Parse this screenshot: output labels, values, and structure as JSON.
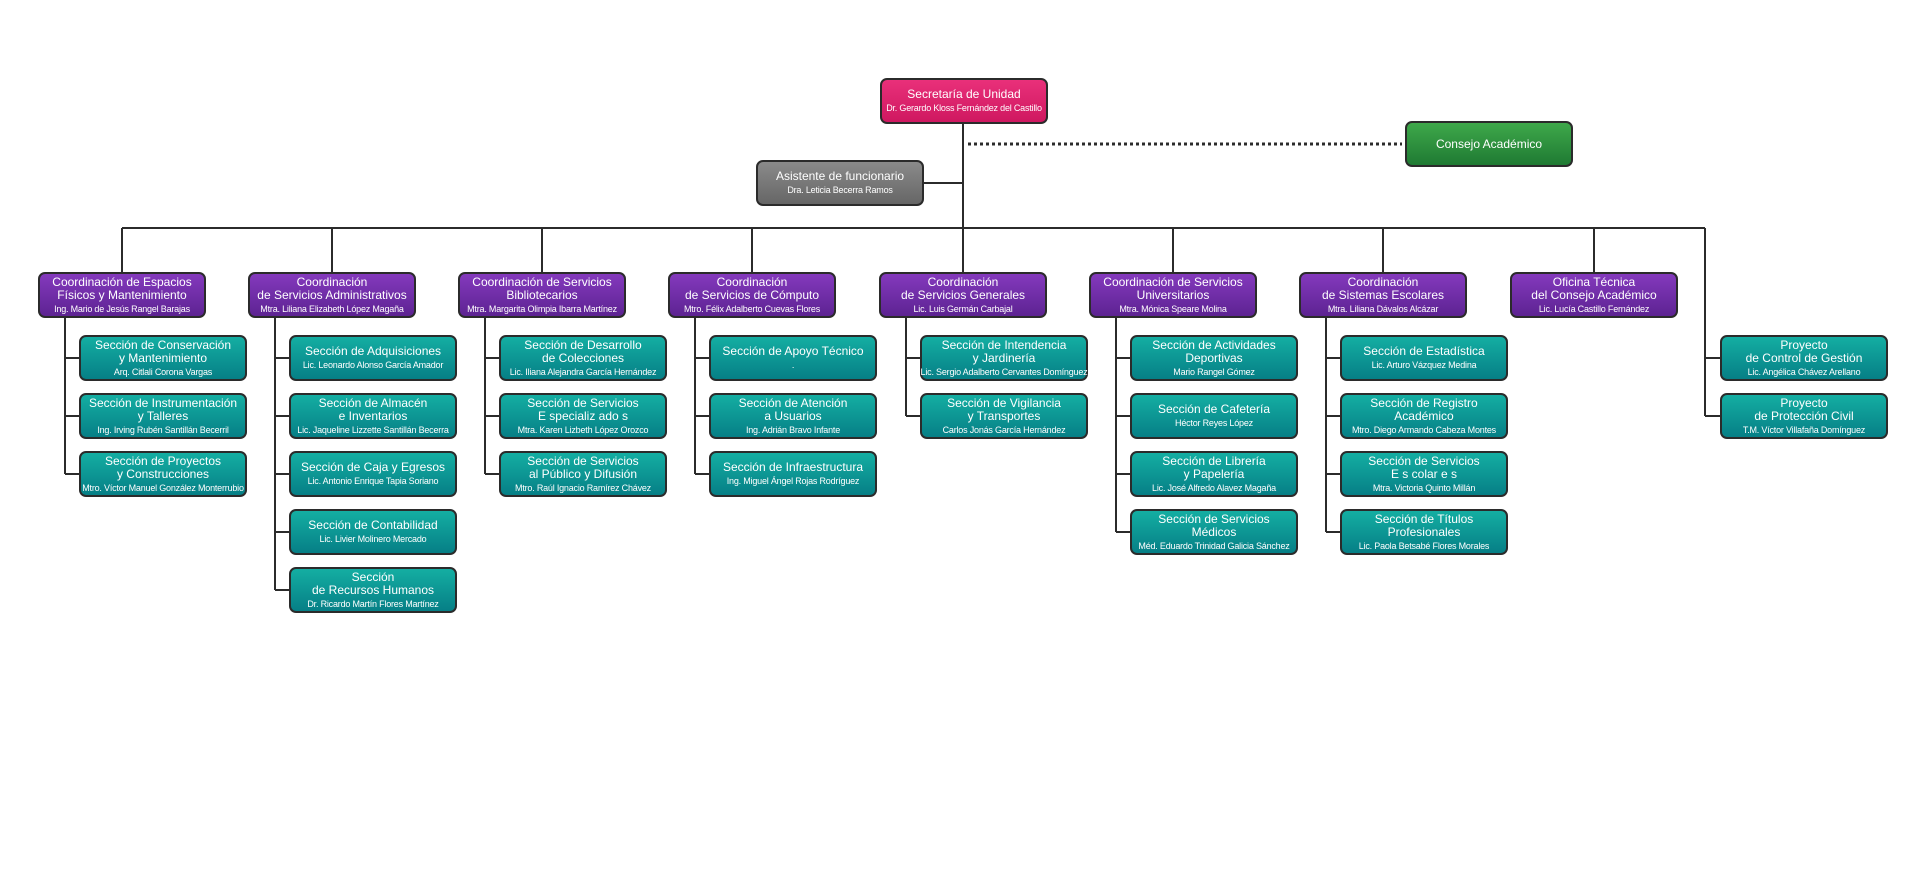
{
  "colors": {
    "head": "#e02470",
    "assistant": "#777777",
    "council": "#2f9340",
    "coordination": "#7030a8",
    "section": "#0f9b94",
    "line": "#2b2b2b"
  },
  "head": {
    "title": "Secretaría de Unidad",
    "person": "Dr. Gerardo Kloss Fernández del Castillo"
  },
  "assistant": {
    "title": "Asistente de funcionario",
    "person": "Dra. Leticia Becerra Ramos"
  },
  "council": {
    "title": "Consejo Académico"
  },
  "coordinations": [
    {
      "title": "Coordinación de Espacios\nFísicos y Mantenimiento",
      "person": "Ing. Mario de Jesús Rangel Barajas",
      "sections": [
        {
          "title": "Sección de Conservación\ny Mantenimiento",
          "person": "Arq. Citlali Corona Vargas"
        },
        {
          "title": "Sección de Instrumentación\ny Talleres",
          "person": "Ing. Irving Rubén Santillán Becerril"
        },
        {
          "title": "Sección de Proyectos\ny Construcciones",
          "person": "Mtro. Víctor Manuel González Monterrubio"
        }
      ]
    },
    {
      "title": "Coordinación\nde Servicios Administrativos",
      "person": "Mtra. Liliana Elizabeth López Magaña",
      "sections": [
        {
          "title": "Sección de Adquisiciones",
          "person": "Lic. Leonardo Alonso García Amador"
        },
        {
          "title": "Sección de Almacén\ne Inventarios",
          "person": "Lic. Jaqueline Lizzette Santillán Becerra"
        },
        {
          "title": "Sección de Caja y Egresos",
          "person": "Lic. Antonio Enrique Tapia Soriano"
        },
        {
          "title": "Sección de Contabilidad",
          "person": "Lic. Livier Molinero Mercado"
        },
        {
          "title": "Sección\nde Recursos Humanos",
          "person": "Dr. Ricardo Martín Flores Martínez"
        }
      ]
    },
    {
      "title": "Coordinación de Servicios\nBibliotecarios",
      "person": "Mtra. Margarita Olimpia Ibarra Martínez",
      "sections": [
        {
          "title": "Sección de Desarrollo\nde Colecciones",
          "person": "Lic. Iliana Alejandra García Hernández"
        },
        {
          "title": "Sección de Servicios\nE specializ ado s",
          "person": "Mtra. Karen Lizbeth López Orozco"
        },
        {
          "title": "Sección de Servicios\nal Público y Difusión",
          "person": "Mtro. Raúl Ignacio Ramírez Chávez"
        }
      ]
    },
    {
      "title": "Coordinación\nde Servicios de Cómputo",
      "person": "Mtro. Félix Adalberto Cuevas Flores",
      "sections": [
        {
          "title": "Sección de Apoyo Técnico",
          "person": "."
        },
        {
          "title": "Sección de Atención\na Usuarios",
          "person": "Ing. Adrián Bravo Infante"
        },
        {
          "title": "Sección de Infraestructura",
          "person": "Ing. Miguel Ángel Rojas Rodríguez"
        }
      ]
    },
    {
      "title": "Coordinación\nde Servicios Generales",
      "person": "Lic. Luis Germán Carbajal",
      "sections": [
        {
          "title": "Sección de Intendencia\ny Jardinería",
          "person": "Lic. Sergio Adalberto Cervantes Domínguez"
        },
        {
          "title": "Sección de Vigilancia\ny Transportes",
          "person": "Carlos Jonás García Hernández"
        }
      ]
    },
    {
      "title": "Coordinación de Servicios\nUniversitarios",
      "person": "Mtra. Mónica Speare Molina",
      "sections": [
        {
          "title": "Sección de Actividades\nDeportivas",
          "person": "Mario Rangel Gómez"
        },
        {
          "title": "Sección de Cafetería",
          "person": "Héctor Reyes López"
        },
        {
          "title": "Sección de Librería\ny Papelería",
          "person": "Lic. José Alfredo Alavez Magaña"
        },
        {
          "title": "Sección de Servicios\nMédicos",
          "person": "Méd. Eduardo Trinidad Galicia Sánchez"
        }
      ]
    },
    {
      "title": "Coordinación\nde Sistemas Escolares",
      "person": "Mtra. Liliana Dávalos Alcázar",
      "sections": [
        {
          "title": "Sección de Estadística",
          "person": "Lic. Arturo Vázquez Medina"
        },
        {
          "title": "Sección de Registro\nAcadémico",
          "person": "Mtro. Diego Armando Cabeza Montes"
        },
        {
          "title": "Sección de Servicios\nE s colar e s",
          "person": "Mtra. Victoria Quinto Millán"
        },
        {
          "title": "Sección de Títulos\nProfesionales",
          "person": "Lic. Paola Betsabé Flores Morales"
        }
      ]
    },
    {
      "title": "Oficina Técnica\ndel Consejo Académico",
      "person": "Lic. Lucía Castillo Fernández",
      "sections": []
    }
  ],
  "projects": [
    {
      "title": "Proyecto\nde Control de Gestión",
      "person": "Lic. Angélica Chávez Arellano"
    },
    {
      "title": "Proyecto\nde Protección Civil",
      "person": "T.M. Víctor Villafaña Domínguez"
    }
  ]
}
